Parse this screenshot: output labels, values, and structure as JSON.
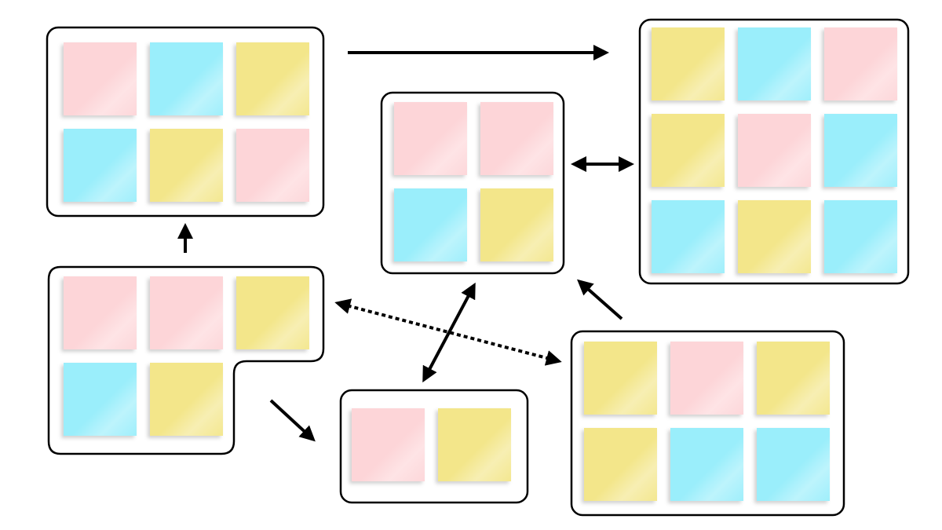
{
  "colors": {
    "pink": "#fdd5d8",
    "blue": "#9aeefb",
    "yellow": "#f3e68a",
    "outline": "#000000",
    "background": "#ffffff"
  },
  "groups": [
    {
      "id": "group-top-left",
      "shape": "rectangle",
      "notes": [
        "pink",
        "blue",
        "yellow",
        "blue",
        "yellow",
        "pink"
      ]
    },
    {
      "id": "group-left-l-shape",
      "shape": "l-shape",
      "notes": [
        "pink",
        "pink",
        "yellow",
        "blue",
        "yellow"
      ]
    },
    {
      "id": "group-center",
      "shape": "rectangle",
      "notes": [
        "pink",
        "pink",
        "blue",
        "yellow"
      ]
    },
    {
      "id": "group-bottom-center",
      "shape": "rectangle",
      "notes": [
        "pink",
        "yellow"
      ]
    },
    {
      "id": "group-right-large",
      "shape": "rectangle",
      "notes": [
        "yellow",
        "blue",
        "pink",
        "yellow",
        "pink",
        "blue",
        "blue",
        "yellow",
        "blue"
      ]
    },
    {
      "id": "group-bottom-right",
      "shape": "rectangle",
      "notes": [
        "yellow",
        "pink",
        "yellow",
        "yellow",
        "blue",
        "blue"
      ]
    }
  ],
  "connectors": [
    {
      "from": "group-top-left",
      "to": "group-right-large",
      "style": "solid",
      "heads": "end"
    },
    {
      "from": "group-left-l-shape",
      "to": "group-top-left",
      "style": "solid",
      "heads": "end"
    },
    {
      "from": "group-center",
      "to": "group-right-large",
      "style": "solid",
      "heads": "both"
    },
    {
      "from": "group-center",
      "to": "group-bottom-center",
      "style": "solid",
      "heads": "both"
    },
    {
      "from": "group-left-l-shape",
      "to": "group-bottom-right",
      "style": "dotted",
      "heads": "both"
    },
    {
      "from": "group-left-l-shape",
      "to": "group-bottom-center",
      "style": "solid",
      "heads": "end"
    },
    {
      "from": "group-bottom-right",
      "to": "group-center",
      "style": "solid",
      "heads": "end"
    }
  ]
}
